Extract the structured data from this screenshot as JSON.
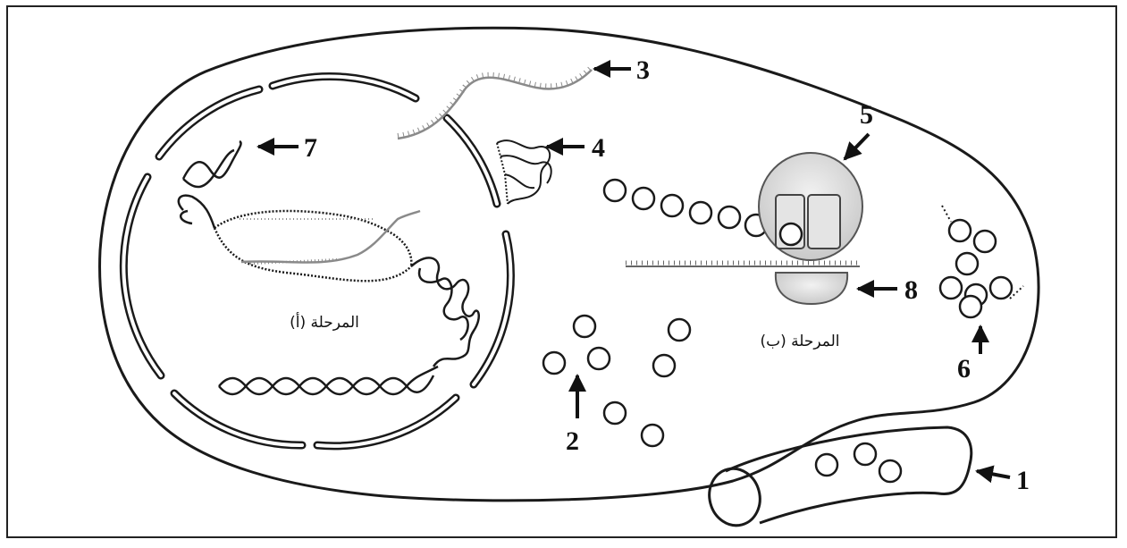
{
  "diagram": {
    "labels": {
      "l1": "1",
      "l2": "2",
      "l3": "3",
      "l4": "4",
      "l5": "5",
      "l6": "6",
      "l7": "7",
      "l8": "8"
    },
    "stage_a": "المرحلة (أ)",
    "stage_b": "المرحلة (ب)",
    "colors": {
      "line": "#1a1a1a",
      "grey": "#8a8a8a",
      "ribosome": "#d8d8d8"
    }
  }
}
